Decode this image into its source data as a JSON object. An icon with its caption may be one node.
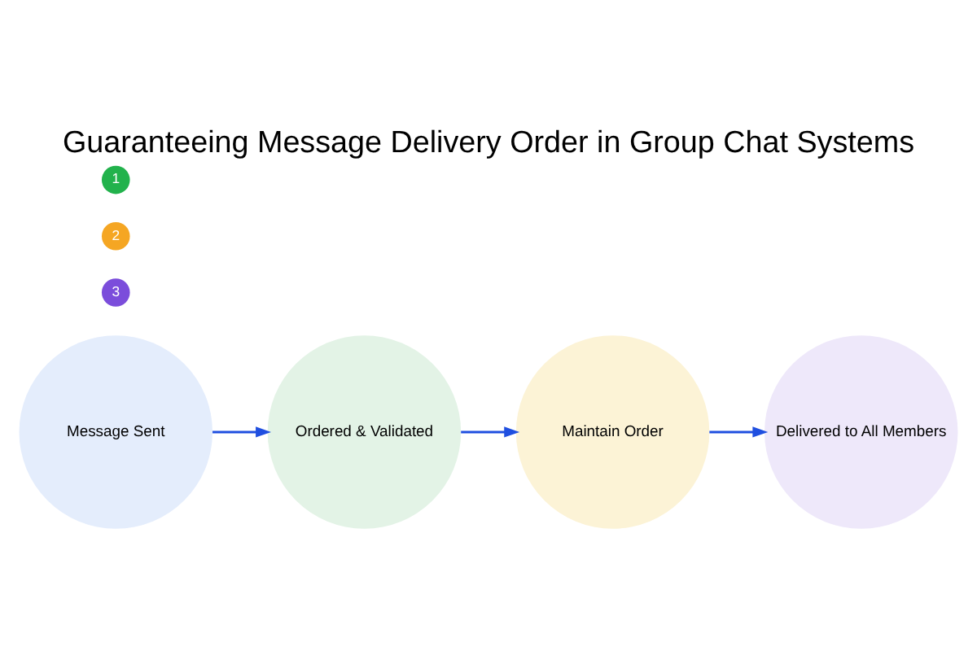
{
  "diagram": {
    "title": "Guaranteeing Message Delivery Order in Group Chat Systems",
    "nodes": [
      {
        "text": [
          "Message Sent"
        ]
      },
      {
        "text": [
          "Ordered & Validated"
        ]
      },
      {
        "text": [
          "Maintain Order"
        ]
      },
      {
        "text": [
          "Delivered to All Members"
        ]
      }
    ],
    "edges": [
      {
        "from": 0,
        "to": 1,
        "arrow": "to"
      },
      {
        "from": 1,
        "to": 2,
        "arrow": "to"
      },
      {
        "from": 2,
        "to": 3,
        "arrow": "to"
      }
    ],
    "labels": [
      "1",
      "2",
      "3"
    ]
  }
}
